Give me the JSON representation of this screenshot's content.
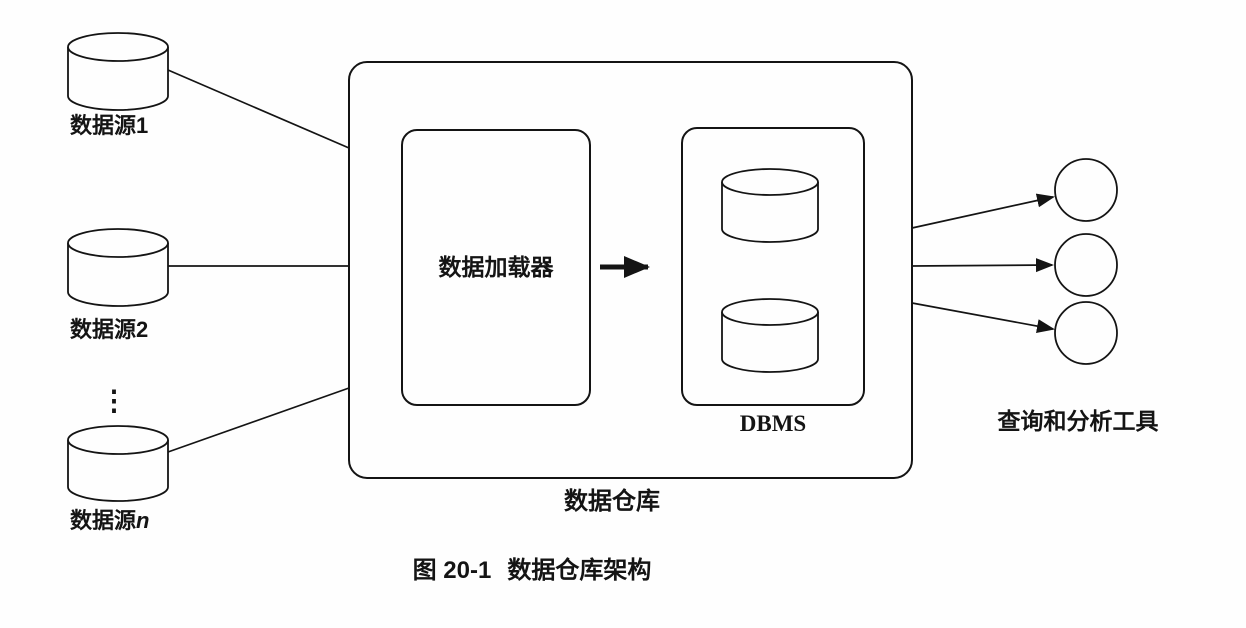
{
  "figure": {
    "sources": [
      {
        "label": "数据源1"
      },
      {
        "label": "数据源2"
      },
      {
        "label_prefix": "数据源",
        "label_italic": "n"
      }
    ],
    "vertical_ellipsis": "⋮",
    "warehouse": {
      "loader_label": "数据加载器",
      "dbms_label": "DBMS",
      "label": "数据仓库"
    },
    "tools_label": "查询和分析工具",
    "caption": {
      "figure_number": "图 20-1",
      "title": "数据仓库架构"
    }
  }
}
